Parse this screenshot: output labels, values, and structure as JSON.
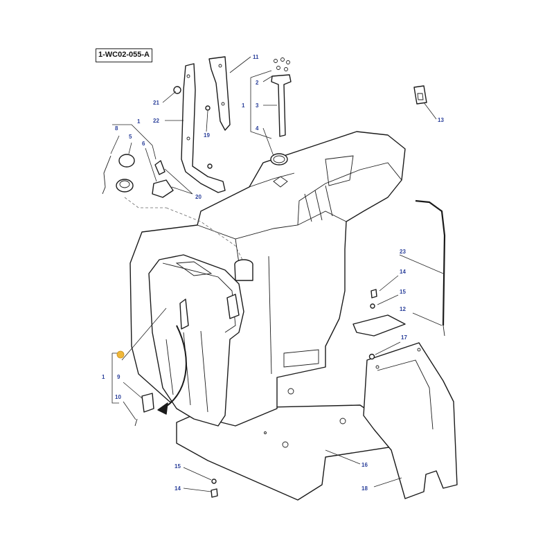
{
  "diagram": {
    "reference_code": "1-WC02-055-A",
    "callouts": [
      {
        "id": "c11",
        "label": "11"
      },
      {
        "id": "c2",
        "label": "2"
      },
      {
        "id": "c1a",
        "label": "1"
      },
      {
        "id": "c3",
        "label": "3"
      },
      {
        "id": "c4",
        "label": "4"
      },
      {
        "id": "c21",
        "label": "21"
      },
      {
        "id": "c22",
        "label": "22"
      },
      {
        "id": "c19",
        "label": "19"
      },
      {
        "id": "c1b",
        "label": "1"
      },
      {
        "id": "c8",
        "label": "8"
      },
      {
        "id": "c5",
        "label": "5"
      },
      {
        "id": "c6",
        "label": "6"
      },
      {
        "id": "c20",
        "label": "20"
      },
      {
        "id": "c13",
        "label": "13"
      },
      {
        "id": "c23",
        "label": "23"
      },
      {
        "id": "c14a",
        "label": "14"
      },
      {
        "id": "c15a",
        "label": "15"
      },
      {
        "id": "c12",
        "label": "12"
      },
      {
        "id": "c17",
        "label": "17"
      },
      {
        "id": "c1c",
        "label": "1"
      },
      {
        "id": "c9",
        "label": "9"
      },
      {
        "id": "c10",
        "label": "10"
      },
      {
        "id": "c16",
        "label": "16"
      },
      {
        "id": "c18",
        "label": "18"
      },
      {
        "id": "c15b",
        "label": "15"
      },
      {
        "id": "c14b",
        "label": "14"
      }
    ],
    "highlight_color": "#f0b83a",
    "callout_color": "#2a3f9a"
  }
}
